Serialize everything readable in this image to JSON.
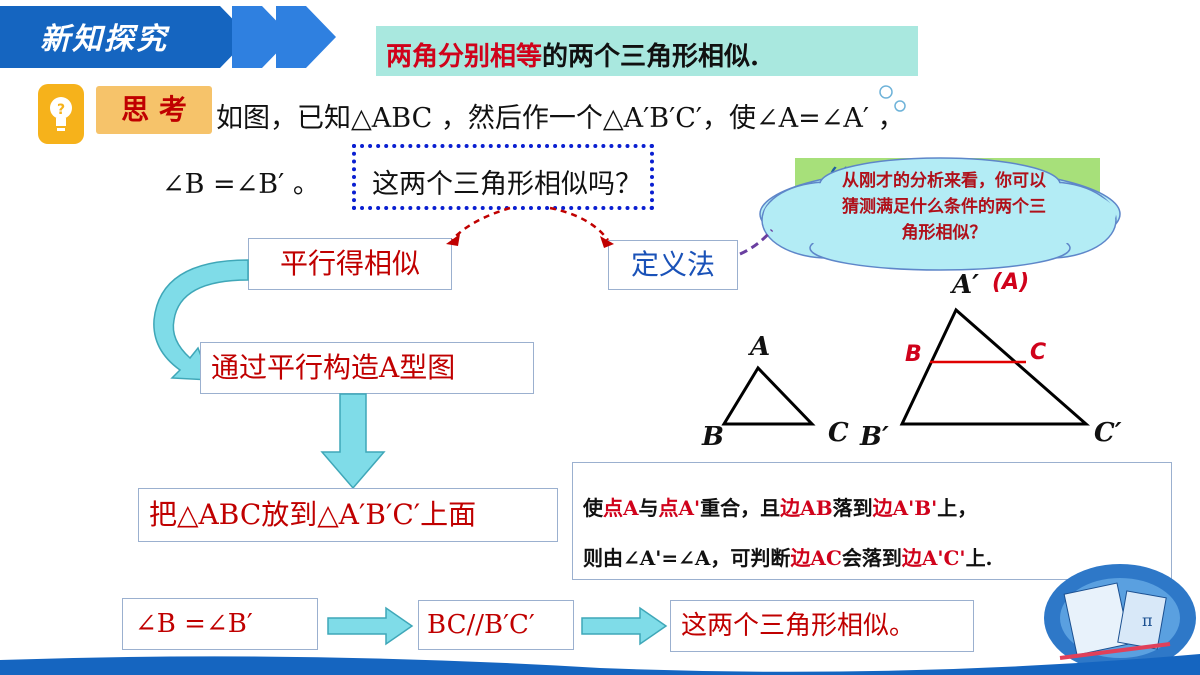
{
  "banner": {
    "title": "新知探究"
  },
  "statement": {
    "red_part": "两角分别相等",
    "black_part": "的两个三角形相似."
  },
  "think": {
    "badge": "思 考"
  },
  "question": {
    "line1": "如图，已知△ABC ，然后作一个△A′B′C′，使∠A=∠A′ ，",
    "line2_a": "∠B =∠B′ 。",
    "line2_b": "这两个三角形相似吗？"
  },
  "cloud": {
    "hidden_title": "（条件太多，可以…）",
    "text": "从刚才的分析来看，你可以猜测满足什么条件的两个三角形相似？"
  },
  "methods": {
    "parallel": "平行得相似",
    "definition": "定义法"
  },
  "steps": {
    "construct": "通过平行构造A型图",
    "place": "把△ABC放到△A′B′C′上面"
  },
  "explain": {
    "line1_parts": [
      "使",
      "点A",
      "与",
      "点A'",
      "重合，且",
      "边AB",
      "落到",
      "边A'B'",
      "上，"
    ],
    "line2_parts": [
      "则由∠A'=∠A，可判断",
      "边AC",
      "会落到",
      "边A'C'",
      "上."
    ]
  },
  "bottom": {
    "b1": "∠B =∠B′",
    "b2": "BC//B′C′",
    "b3": "这两个三角形相似。"
  },
  "triangle_small": {
    "A": "A",
    "B": "B",
    "C": "C"
  },
  "triangle_large": {
    "A": "A′",
    "A_paren": "(A)",
    "B": "B′",
    "C": "C′",
    "inner_B": "B",
    "inner_C": "C"
  },
  "colors": {
    "banner": "#1565c0",
    "accent_red": "#d0021b",
    "cloud_fill": "#b3ecf5",
    "arrow_cyan": "#7fdce8"
  }
}
